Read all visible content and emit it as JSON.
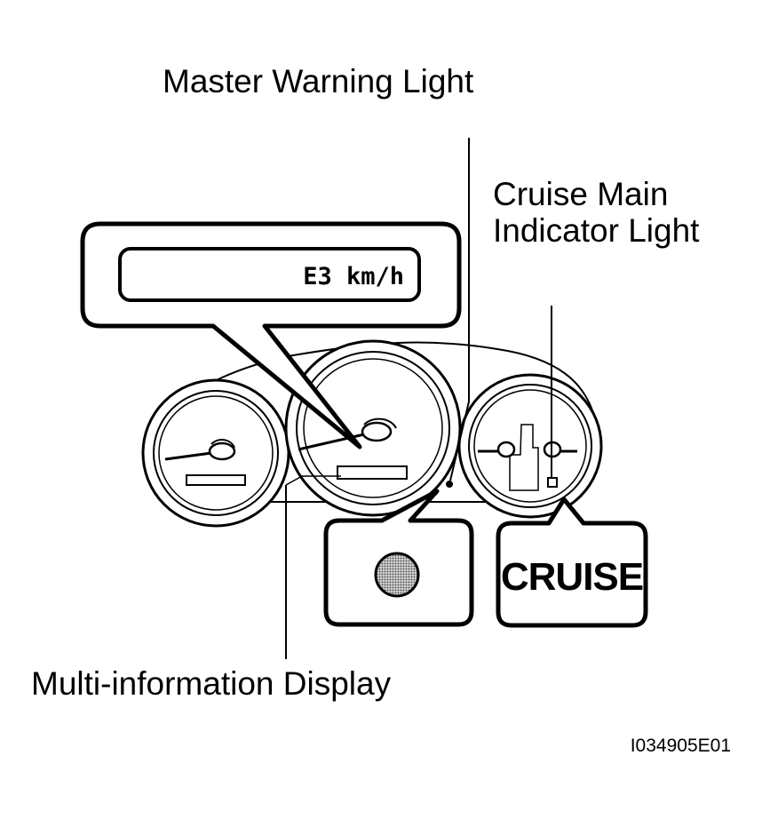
{
  "labels": {
    "master_warning": "Master Warning Light",
    "cruise_main_line1": "Cruise Main",
    "cruise_main_line2": "Indicator Light",
    "multi_info": "Multi-information Display"
  },
  "lcd_text": "E3 km/h",
  "cruise_text": "CRUISE",
  "figure_id": "I034905E01",
  "colors": {
    "ink": "#000000",
    "paper": "#ffffff",
    "warning_dot": "#9a9a9a"
  }
}
